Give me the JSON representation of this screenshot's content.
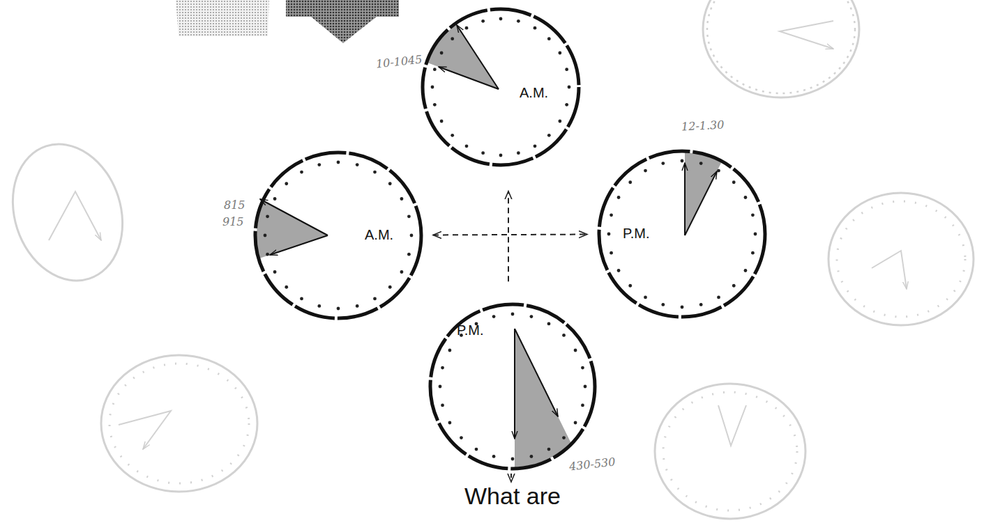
{
  "diagram": {
    "nodes": [
      {
        "text": [
          "A.M.",
          "10-1045"
        ]
      },
      {
        "text": [
          "A.M.",
          "815",
          "915"
        ]
      },
      {
        "text": [
          "P.M.",
          "12-1.30"
        ]
      },
      {
        "text": [
          "P.M.",
          "430-530"
        ]
      }
    ],
    "edges": [
      {
        "from": 1,
        "to": 2,
        "arrow": "both"
      },
      {
        "from": 3,
        "to": 0,
        "arrow": "to"
      }
    ],
    "labels": [
      "What are"
    ]
  }
}
